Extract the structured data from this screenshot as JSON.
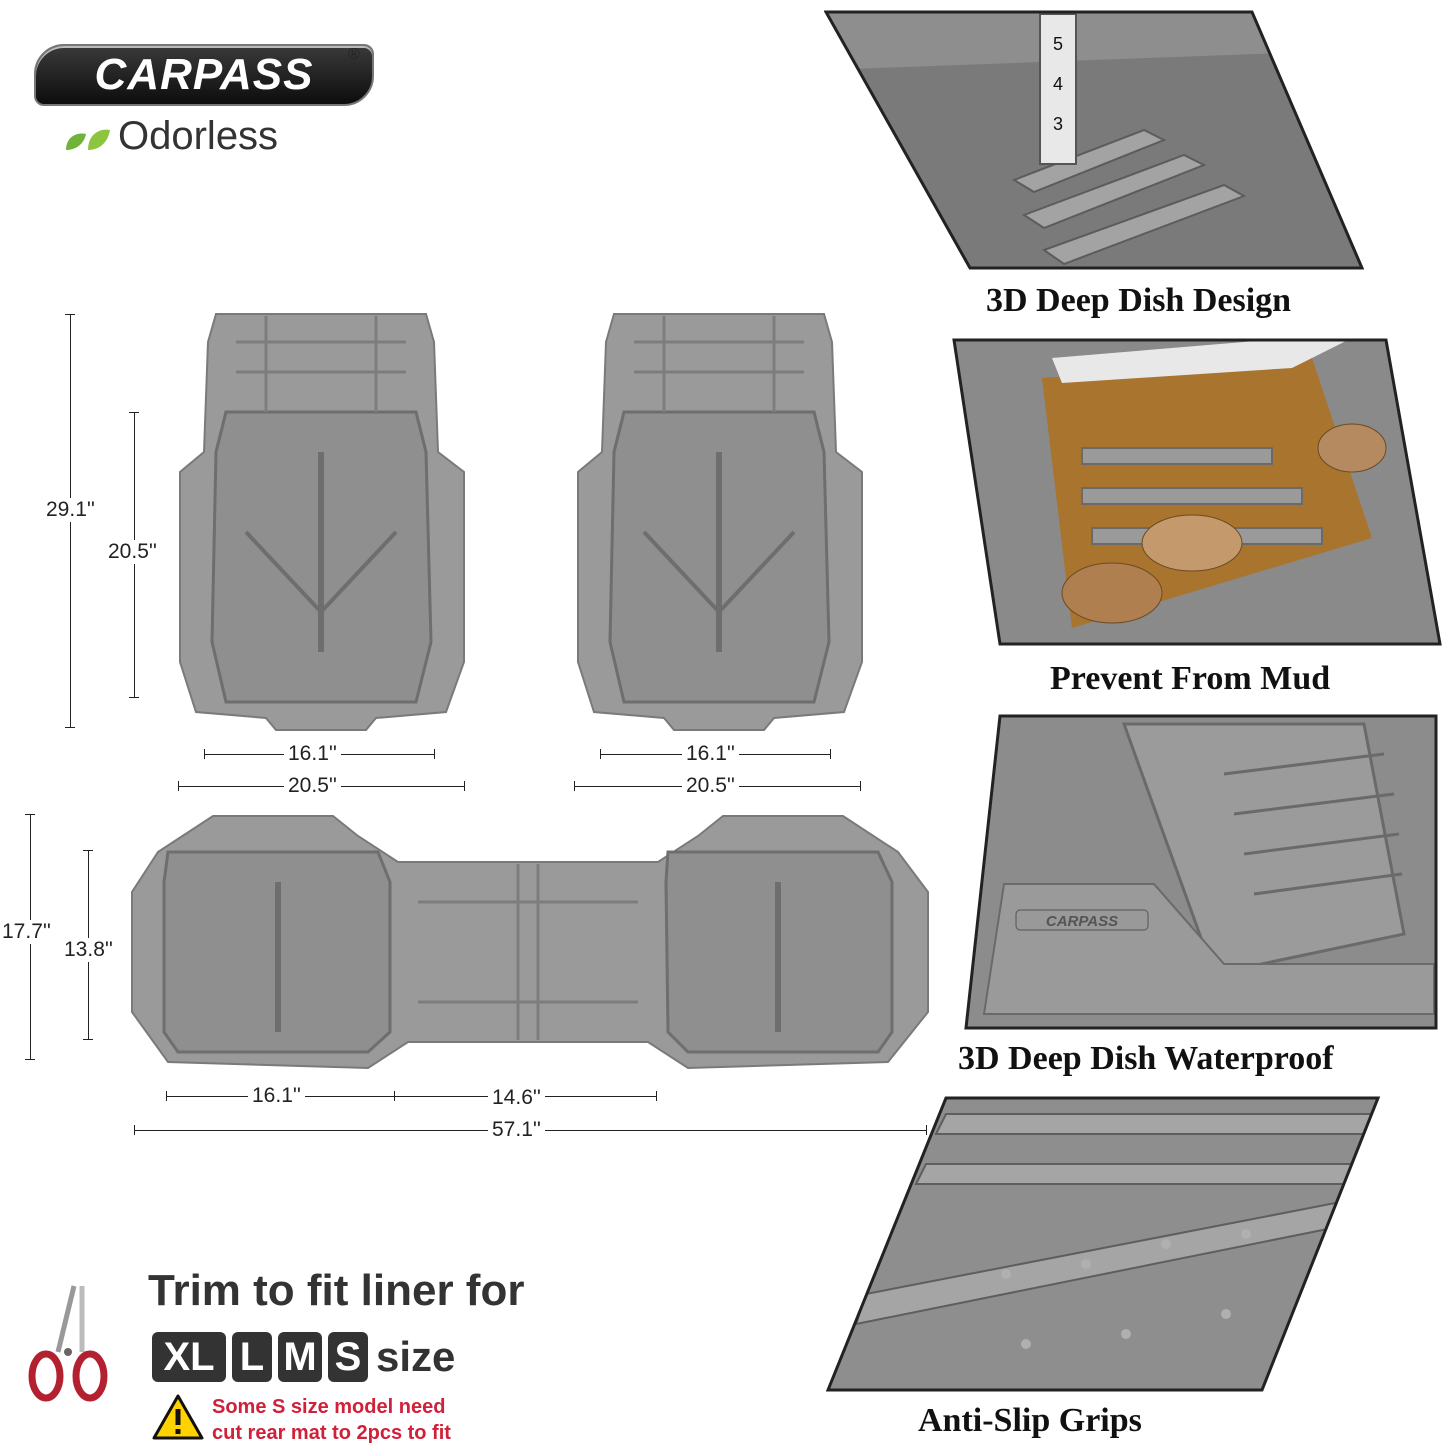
{
  "brand": {
    "logo_text": "CARPASS",
    "registered_mark": "®",
    "tagline": "Odorless",
    "tagline_icon": "leaf-icon"
  },
  "dimensions": {
    "front_left": {
      "height_total": "29.1''",
      "height_inner": "20.5''",
      "width_inner": "16.1''",
      "width_total": "20.5''"
    },
    "front_right": {
      "width_inner": "16.1''",
      "width_total": "20.5''"
    },
    "rear": {
      "height_total": "17.7''",
      "height_inner": "13.8''",
      "width_pad": "16.1''",
      "width_center": "14.6''",
      "width_total": "57.1''"
    }
  },
  "features": [
    {
      "caption": "3D Deep Dish Design"
    },
    {
      "caption": "Prevent From Mud"
    },
    {
      "caption": "3D Deep Dish Waterproof"
    },
    {
      "caption": "Anti-Slip Grips"
    }
  ],
  "trim": {
    "title": "Trim to fit liner for",
    "sizes": [
      "XL",
      "L",
      "M",
      "S"
    ],
    "size_word": "size",
    "warning_line1": "Some S size model need",
    "warning_line2": "cut rear mat to 2pcs to fit",
    "warning_icon": "warning-triangle-icon",
    "scissors_icon": "scissors-icon"
  },
  "colors": {
    "mat_gray": "#9a9a9a",
    "warning_red": "#d0203a",
    "mud_brown": "#a8742e"
  }
}
